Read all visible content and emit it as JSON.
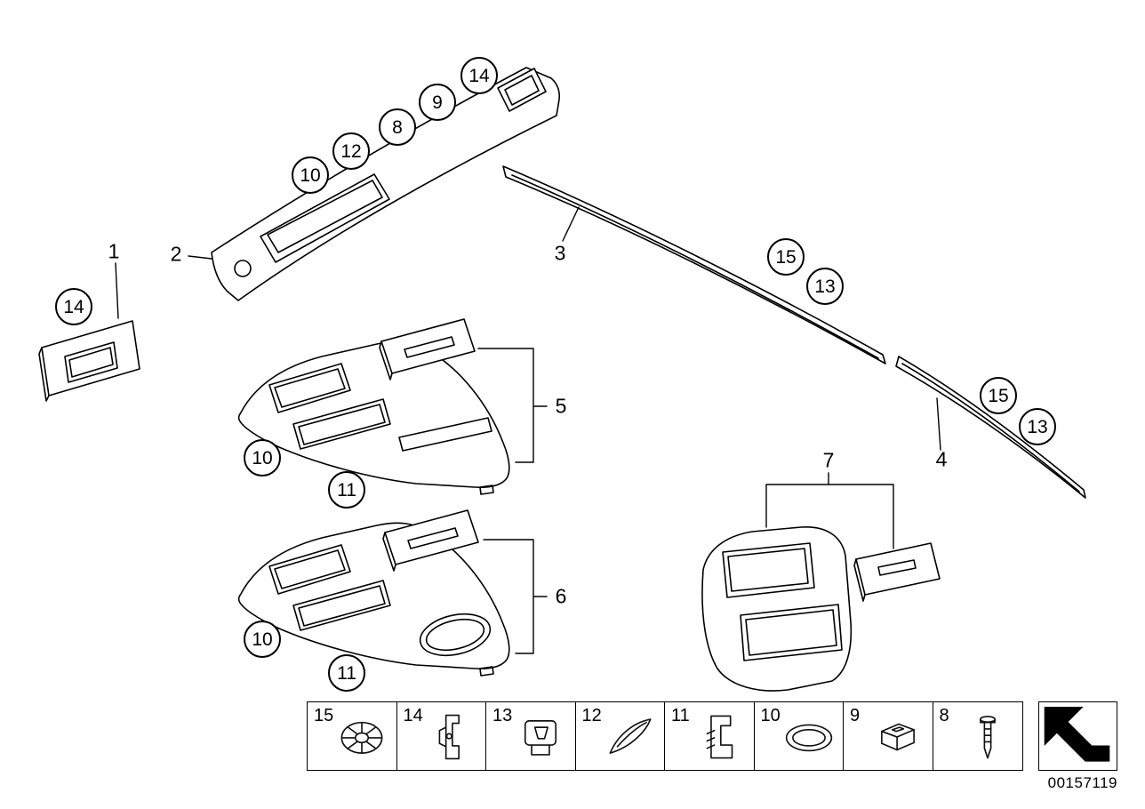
{
  "diagram": {
    "doc_number": "00157119",
    "description": "Interior trim strips line-art parts diagram"
  },
  "callouts": {
    "dash_10": "10",
    "dash_12": "12",
    "dash_8": "8",
    "dash_9": "9",
    "dash_14": "14",
    "left_14": "14",
    "strip3_15": "15",
    "strip3_13": "13",
    "strip4_15": "15",
    "strip4_13": "13",
    "console5_10": "10",
    "console5_11": "11",
    "console6_10": "10",
    "console6_11": "11"
  },
  "part_labels": {
    "p1": "1",
    "p2": "2",
    "p3": "3",
    "p4": "4",
    "p5": "5",
    "p6": "6",
    "p7": "7"
  },
  "legend": {
    "items": [
      {
        "label": "15",
        "icon": "grommet-icon"
      },
      {
        "label": "14",
        "icon": "retaining-clip-icon"
      },
      {
        "label": "13",
        "icon": "expansion-nut-icon"
      },
      {
        "label": "12",
        "icon": "spring-clip-icon"
      },
      {
        "label": "11",
        "icon": "sheet-clip-icon"
      },
      {
        "label": "10",
        "icon": "oval-cap-icon"
      },
      {
        "label": "9",
        "icon": "cage-nut-icon"
      },
      {
        "label": "8",
        "icon": "expanding-rivet-icon"
      }
    ]
  }
}
